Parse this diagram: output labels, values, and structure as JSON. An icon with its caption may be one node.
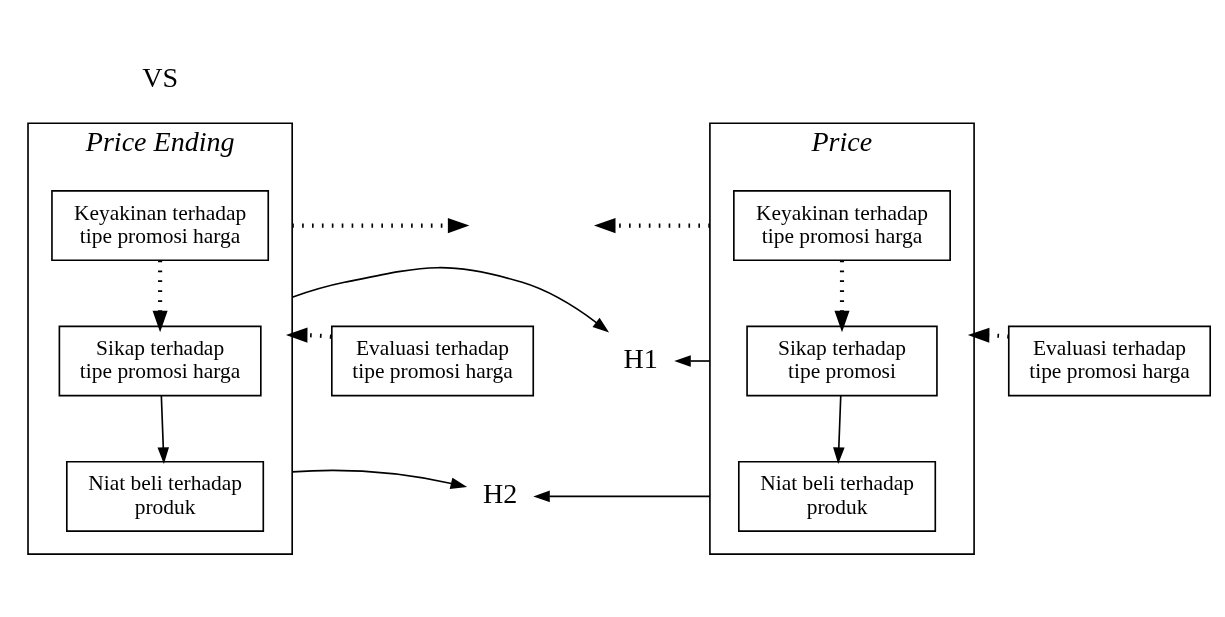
{
  "diagram": {
    "nodes": [
      {
        "text": [
          "Price Ending"
        ]
      },
      {
        "text": [
          "Keyakinan terhadap tipe promosi harga"
        ],
        "in": 0
      },
      {
        "text": [
          "Sikap terhadap tipe promosi harga"
        ],
        "in": 0
      },
      {
        "text": [
          "Niat beli terhadap produk"
        ],
        "in": 0
      },
      {
        "text": [
          "Price"
        ]
      },
      {
        "text": [
          "Keyakinan terhadap tipe promosi harga"
        ],
        "in": 4
      },
      {
        "text": [
          "Sikap terhadap tipe promosi"
        ],
        "in": 4
      },
      {
        "text": [
          "Niat beli terhadap produk"
        ],
        "in": 4
      },
      {
        "text": [
          "Evaluasi terhadap tipe promosi harga"
        ]
      },
      {
        "text": [
          "Evaluasi terhadap tipe promosi harga"
        ]
      },
      {
        "text": [
          "H1"
        ]
      },
      {
        "text": [
          "H2"
        ]
      }
    ],
    "edges": [
      {
        "from": 0,
        "to": null,
        "arrow": "to",
        "style": "dashed"
      },
      {
        "from": 4,
        "to": null,
        "arrow": "to",
        "style": "dashed"
      },
      {
        "from": 1,
        "to": 2,
        "arrow": "to",
        "style": "dashed"
      },
      {
        "from": 5,
        "to": 6,
        "arrow": "to",
        "style": "dashed"
      },
      {
        "from": 8,
        "to": 0,
        "arrow": "to",
        "style": "dashed"
      },
      {
        "from": 9,
        "to": 4,
        "arrow": "to",
        "style": "dashed"
      },
      {
        "from": 2,
        "to": 3,
        "arrow": "to"
      },
      {
        "from": 6,
        "to": 7,
        "arrow": "to"
      },
      {
        "from": 0,
        "to": 10,
        "arrow": "to"
      },
      {
        "from": 4,
        "to": 10,
        "arrow": "to"
      },
      {
        "from": 0,
        "to": 11,
        "arrow": "to"
      },
      {
        "from": 4,
        "to": 11,
        "arrow": "to"
      }
    ],
    "labels": [
      "VS"
    ]
  }
}
